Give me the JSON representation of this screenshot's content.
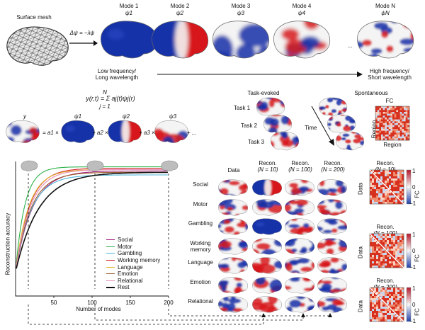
{
  "top": {
    "surface_mesh": "Surface mesh",
    "eigen_eq": "Δψ = −λψ",
    "modes": [
      {
        "title": "Mode 1",
        "sym": "ψ1"
      },
      {
        "title": "Mode 2",
        "sym": "ψ2"
      },
      {
        "title": "Mode 3",
        "sym": "ψ3"
      },
      {
        "title": "Mode 4",
        "sym": "ψ4"
      },
      {
        "title": "Mode N",
        "sym": "ψN"
      }
    ],
    "ellipsis": "...",
    "low_freq": "Low frequency/",
    "long_wave": "Long wavelength",
    "high_freq": "High frequency/",
    "short_wave": "Short wavelength"
  },
  "equation": {
    "main": "y(r,t) = Σ aj(t)ψj(r)",
    "upper": "N",
    "lower": "j = 1",
    "y": "y",
    "psi1": "ψ1",
    "psi2": "ψ2",
    "psi3": "ψ3",
    "t1": "= a1 ×",
    "t2": "+ a2 ×",
    "t3": "+ a3 ×",
    "t4": "+ ..."
  },
  "task_evoked": {
    "title": "Task-evoked",
    "tasks": [
      "Task 1",
      "Task 2",
      "Task 3"
    ]
  },
  "spontaneous": {
    "title": "Spontaneous",
    "time": "Time",
    "fc": "FC",
    "region_y": "Region",
    "region_x": "Region"
  },
  "chart_data": {
    "type": "line",
    "xlabel": "Number of modes",
    "ylabel": "Reconstruction accuracy",
    "xlim": [
      0,
      200
    ],
    "xticks": [
      "50",
      "100",
      "150",
      "200"
    ],
    "series": [
      {
        "name": "Social",
        "color": "#a2207f",
        "final": 0.93,
        "k": 22
      },
      {
        "name": "Motor",
        "color": "#2db34a",
        "final": 0.96,
        "k": 12
      },
      {
        "name": "Gambling",
        "color": "#4fb6d8",
        "final": 0.9,
        "k": 20
      },
      {
        "name": "Working memory",
        "color": "#d21f26",
        "final": 0.95,
        "k": 18
      },
      {
        "name": "Language",
        "color": "#e2b32b",
        "final": 0.94,
        "k": 17
      },
      {
        "name": "Emotion",
        "color": "#9c5a2a",
        "final": 0.92,
        "k": 20
      },
      {
        "name": "Relational",
        "color": "#e68ab5",
        "final": 0.94,
        "k": 19
      },
      {
        "name": "Rest",
        "color": "#111111",
        "final": 0.92,
        "k": 30
      }
    ]
  },
  "grid": {
    "col_headers": [
      {
        "l1": "Data",
        "l2": ""
      },
      {
        "l1": "Recon.",
        "l2": "(N = 10)"
      },
      {
        "l1": "Recon.",
        "l2": "(N = 100)"
      },
      {
        "l1": "Recon.",
        "l2": "(N = 200)"
      }
    ],
    "rows": [
      "Social",
      "Motor",
      "Gambling",
      "Working",
      "Language",
      "Emotion",
      "Relational"
    ],
    "row2": [
      "",
      "",
      "",
      "memory",
      "",
      "",
      ""
    ]
  },
  "fc_panels": [
    {
      "l1": "Recon.",
      "l2": "(N = 10)"
    },
    {
      "l1": "Recon.",
      "l2": "(N = 100)"
    },
    {
      "l1": "Recon.",
      "l2": "(N = 200)"
    }
  ],
  "fc_common": {
    "data": "Data",
    "fc": "FC",
    "tick_top": "1",
    "tick_mid": "0",
    "tick_bot": "−1"
  },
  "colors": {
    "red": "#d7191c",
    "blue": "#1530a8",
    "white": "#f4f4f4",
    "mesh": "#333333"
  }
}
